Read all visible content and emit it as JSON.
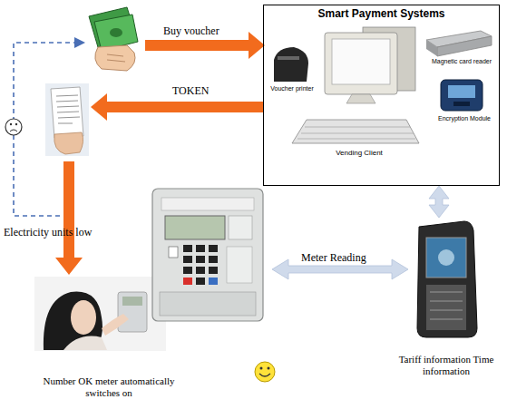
{
  "diagram": {
    "nodes": [
      {
        "text": [
          "Smart Payment Systems"
        ]
      },
      {
        "text": [
          "Number OK meter automatically switches on"
        ]
      },
      {
        "text": [
          "Tariff information Time information"
        ]
      }
    ],
    "edges": [
      {
        "from": 0,
        "to": 2,
        "arrow": "both"
      }
    ],
    "labels": [
      "Buy voucher",
      "TOKEN",
      "Electricity units low",
      "Meter Reading",
      "Voucher printer",
      "Magnetic card reader",
      "Encryption Module",
      "Vending Client"
    ]
  }
}
